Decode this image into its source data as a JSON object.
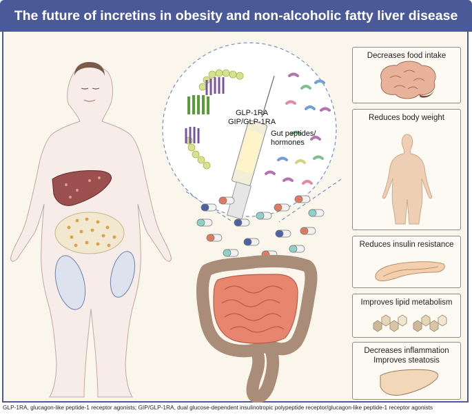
{
  "header": {
    "title": "The future of incretins in obesity and non-alcoholic fatty liver disease"
  },
  "illustration": {
    "drug_label": "GLP-1RA\nGIP/GLP-1RA",
    "gut_label": "Gut peptides/\nhormones"
  },
  "effects": [
    {
      "label": "Decreases food intake",
      "icon": "brain-icon"
    },
    {
      "label": "Reduces body weight",
      "icon": "body-silhouette-icon"
    },
    {
      "label": "Reduces insulin resistance",
      "icon": "pancreas-icon"
    },
    {
      "label": "Improves lipid metabolism",
      "icon": "lipid-molecule-icon"
    },
    {
      "label": "Decreases inflammation\nImproves steatosis",
      "icon": "liver-icon"
    }
  ],
  "footnote": "GLP-1RA, glucagon-like peptide-1 receptor agonists; GIP/GLP-1RA, dual glucose-dependent insulinotropic polypeptide receptor/glucagon-like peptide-1 receptor agonists",
  "colors": {
    "header": "#4a5a98",
    "background": "#fbf6ec",
    "skin": "#f4dcc8",
    "liver": "#9b4f4f",
    "intestine": "#e8856f",
    "colon": "#a98d79"
  }
}
